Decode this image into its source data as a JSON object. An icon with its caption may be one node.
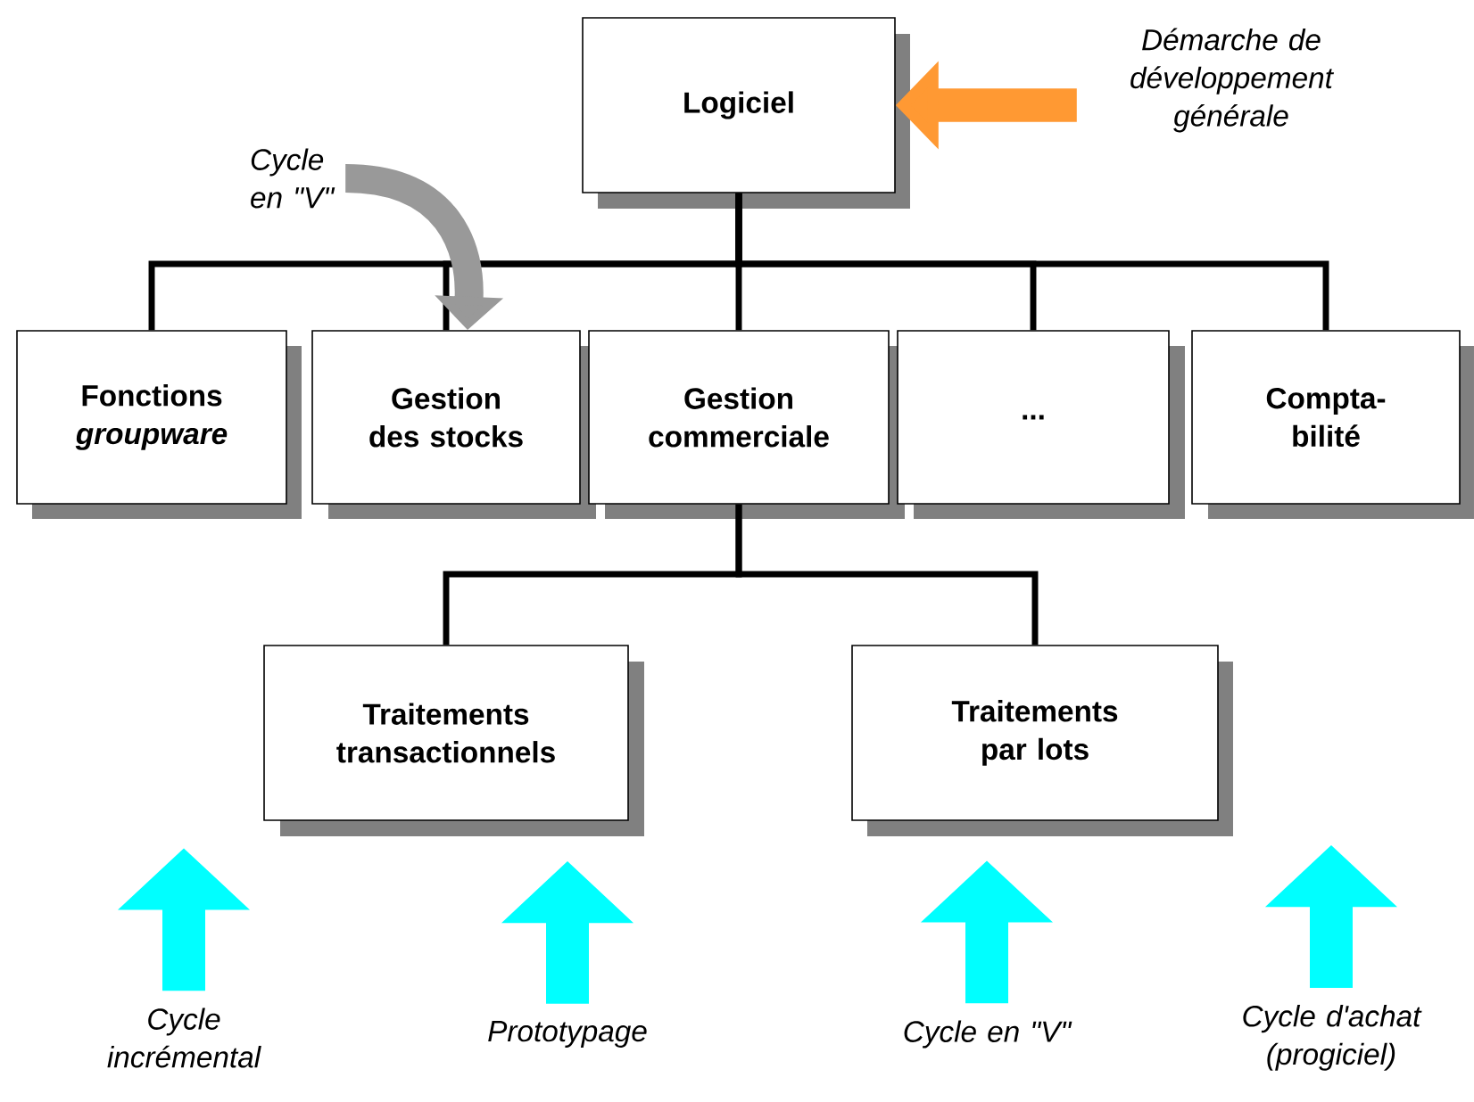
{
  "diagram": {
    "nodes": [
      {
        "text": [
          "Logiciel"
        ]
      },
      {
        "text": [
          "Fonctions *groupware*"
        ]
      },
      {
        "text": [
          "Gestion des stocks"
        ]
      },
      {
        "text": [
          "Gestion commerciale"
        ]
      },
      {
        "text": [
          "..."
        ]
      },
      {
        "text": [
          "Compta-bilité"
        ]
      },
      {
        "text": [
          "Traitements transactionnels"
        ]
      },
      {
        "text": [
          "Traitements par lots"
        ]
      },
      {
        "text": [
          "Démarche de développement générale"
        ]
      },
      {
        "text": [
          "Cycle en \"V\""
        ]
      },
      {
        "text": [
          "Cycle incrémental"
        ]
      },
      {
        "text": [
          "Prototypage"
        ]
      },
      {
        "text": [
          "Cycle en \"V\""
        ]
      },
      {
        "text": [
          "Cycle d'achat (progiciel)"
        ]
      }
    ],
    "edges": [
      {
        "from": 0,
        "to": 1,
        "arrow": "none"
      },
      {
        "from": 0,
        "to": 2,
        "arrow": "none"
      },
      {
        "from": 0,
        "to": 3,
        "arrow": "none"
      },
      {
        "from": 0,
        "to": 4,
        "arrow": "none"
      },
      {
        "from": 0,
        "to": 5,
        "arrow": "none"
      },
      {
        "from": 3,
        "to": 6,
        "arrow": "none"
      },
      {
        "from": 3,
        "to": 7,
        "arrow": "none"
      },
      {
        "from": 8,
        "to": 0,
        "arrow": "to",
        "style": "thick",
        "color": "#ff9933"
      },
      {
        "from": 9,
        "to": 2,
        "arrow": "to",
        "style": "thick",
        "color": "#999999"
      },
      {
        "from": 10,
        "to": null,
        "arrow": "to",
        "style": "thick",
        "color": "#00ffff"
      },
      {
        "from": 11,
        "to": null,
        "arrow": "to",
        "style": "thick",
        "color": "#00ffff"
      },
      {
        "from": 12,
        "to": null,
        "arrow": "to",
        "style": "thick",
        "color": "#00ffff"
      },
      {
        "from": 13,
        "to": null,
        "arrow": "to",
        "style": "thick",
        "color": "#00ffff"
      }
    ]
  }
}
